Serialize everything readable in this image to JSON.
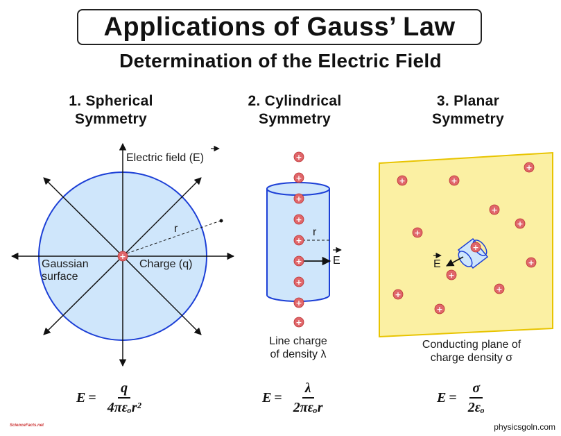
{
  "title": "Applications of Gauss’ Law",
  "subtitle": "Determination of the Electric Field",
  "panels": {
    "spherical": {
      "heading_line1": "1. Spherical",
      "heading_line2": "Symmetry",
      "field_label": "Electric field (",
      "field_symbol": "E",
      "field_close": ")",
      "radius_label": "r",
      "surface_label_line1": "Gaussian",
      "surface_label_line2": "surface",
      "charge_label": "Charge (q)",
      "formula": {
        "lhs": "E",
        "eq": "=",
        "num": "q",
        "den": "4πεₒr²"
      }
    },
    "cylindrical": {
      "heading_line1": "2. Cylindrical",
      "heading_line2": "Symmetry",
      "radius_label": "r",
      "field_symbol": "E",
      "caption_line1": "Line charge",
      "caption_line2": "of density λ",
      "formula": {
        "lhs": "E",
        "eq": "=",
        "num": "λ",
        "den": "2πεₒr"
      }
    },
    "planar": {
      "heading_line1": "3. Planar",
      "heading_line2": "Symmetry",
      "field_symbol": "E",
      "caption_line1": "Conducting plane of",
      "caption_line2": "charge density σ",
      "formula": {
        "lhs": "E",
        "eq": "=",
        "num": "σ",
        "den": "2εₒ"
      }
    }
  },
  "charge_symbol": "+",
  "logo": "ScienceFacts.net",
  "footer": "physicsgoln.com",
  "colors": {
    "sphere_fill": "#cfe6fb",
    "sphere_stroke": "#1c3fd6",
    "plane_fill": "#fbf0a3",
    "plane_stroke": "#e8c400",
    "charge_fill": "#e0666a"
  }
}
